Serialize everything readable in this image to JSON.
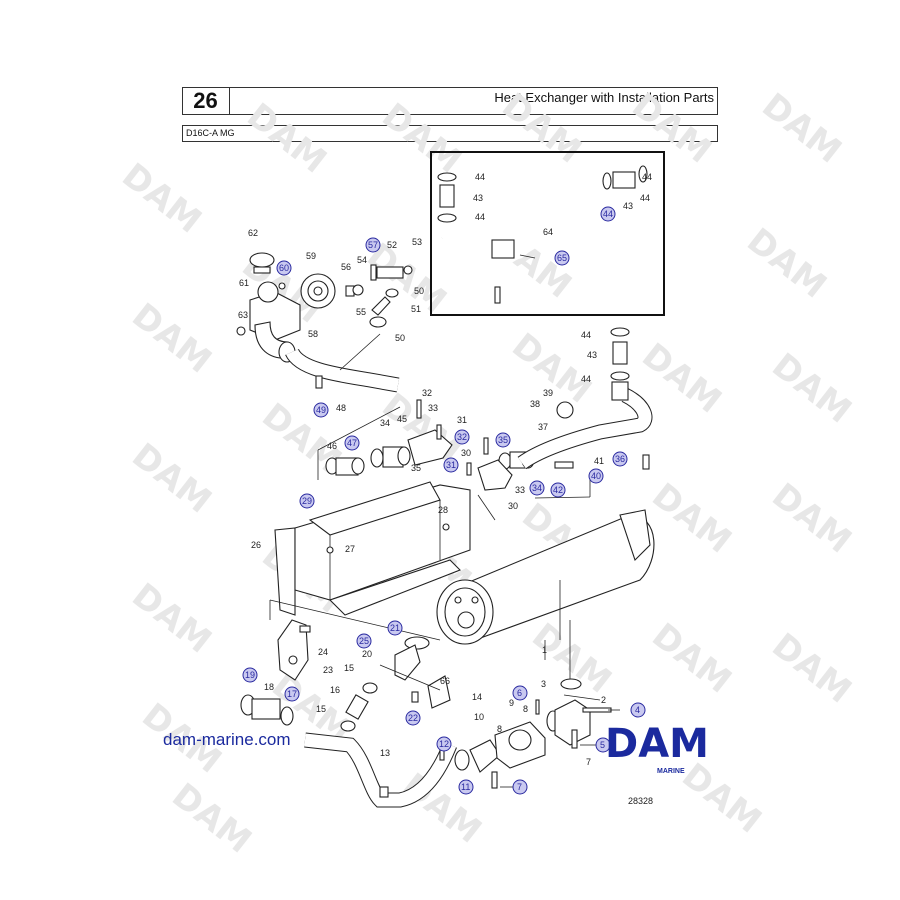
{
  "header": {
    "number": "26",
    "title": "Heat Exchanger with Installation Parts",
    "model": "D16C-A MG"
  },
  "footer": {
    "website": "dam-marine.com",
    "logo": "DAM",
    "logo_sub": "MARINE",
    "figure_number": "28328"
  },
  "watermark": "DAM",
  "callouts": {
    "plain": [
      "1",
      "2",
      "3",
      "7",
      "8",
      "8",
      "9",
      "10",
      "13",
      "14",
      "15",
      "15",
      "16",
      "18",
      "20",
      "23",
      "24",
      "26",
      "27",
      "28",
      "30",
      "30",
      "31",
      "32",
      "33",
      "33",
      "34",
      "35",
      "37",
      "38",
      "39",
      "41",
      "43",
      "43",
      "43",
      "44",
      "44",
      "44",
      "44",
      "44",
      "44",
      "45",
      "46",
      "48",
      "50",
      "50",
      "51",
      "52",
      "53",
      "54",
      "55",
      "56",
      "58",
      "59",
      "61",
      "62",
      "63",
      "64",
      "66"
    ],
    "circled": [
      "4",
      "5",
      "6",
      "7",
      "11",
      "12",
      "17",
      "19",
      "21",
      "22",
      "25",
      "29",
      "31",
      "32",
      "34",
      "35",
      "36",
      "40",
      "42",
      "44",
      "47",
      "49",
      "57",
      "60",
      "65"
    ]
  }
}
